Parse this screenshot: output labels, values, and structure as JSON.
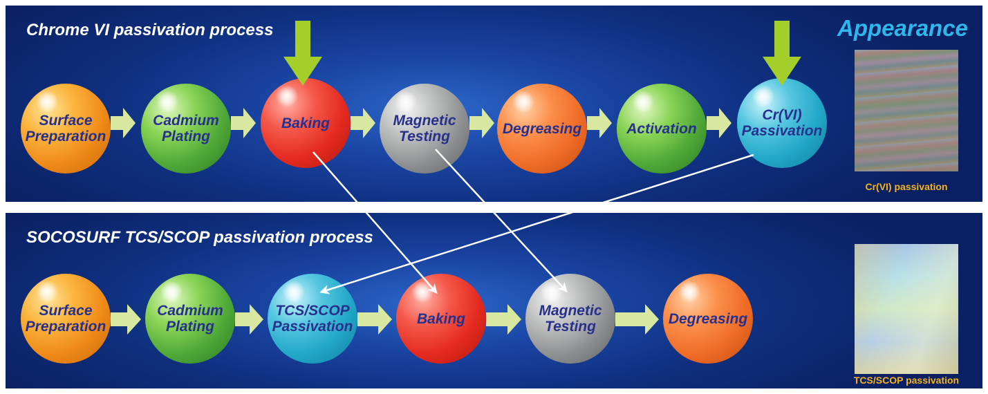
{
  "top_panel": {
    "title": "Chrome VI passivation process",
    "appearance_label": "Appearance",
    "sample_caption": "Cr(VI) passivation",
    "steps": [
      {
        "label": "Surface\nPreparation",
        "color": "orange"
      },
      {
        "label": "Cadmium\nPlating",
        "color": "green"
      },
      {
        "label": "Baking",
        "color": "red"
      },
      {
        "label": "Magnetic\nTesting",
        "color": "gray"
      },
      {
        "label": "Degreasing",
        "color": "coral"
      },
      {
        "label": "Activation",
        "color": "green"
      },
      {
        "label": "Cr(VI)\nPassivation",
        "color": "cyan"
      }
    ]
  },
  "bottom_panel": {
    "title": "SOCOSURF TCS/SCOP passivation process",
    "sample_caption": "TCS/SCOP passivation",
    "steps": [
      {
        "label": "Surface\nPreparation",
        "color": "orange"
      },
      {
        "label": "Cadmium\nPlating",
        "color": "green"
      },
      {
        "label": "TCS/SCOP\nPassivation",
        "color": "cyan"
      },
      {
        "label": "Baking",
        "color": "red"
      },
      {
        "label": "Magnetic\nTesting",
        "color": "gray"
      },
      {
        "label": "Degreasing",
        "color": "coral"
      }
    ]
  },
  "colors": {
    "flow_arrow": "#d8e8a0",
    "highlight_arrow": "#a4cf2a",
    "label_text": "#27318c",
    "caption_text": "#f6b41c",
    "appearance_text": "#2fb6ea"
  }
}
